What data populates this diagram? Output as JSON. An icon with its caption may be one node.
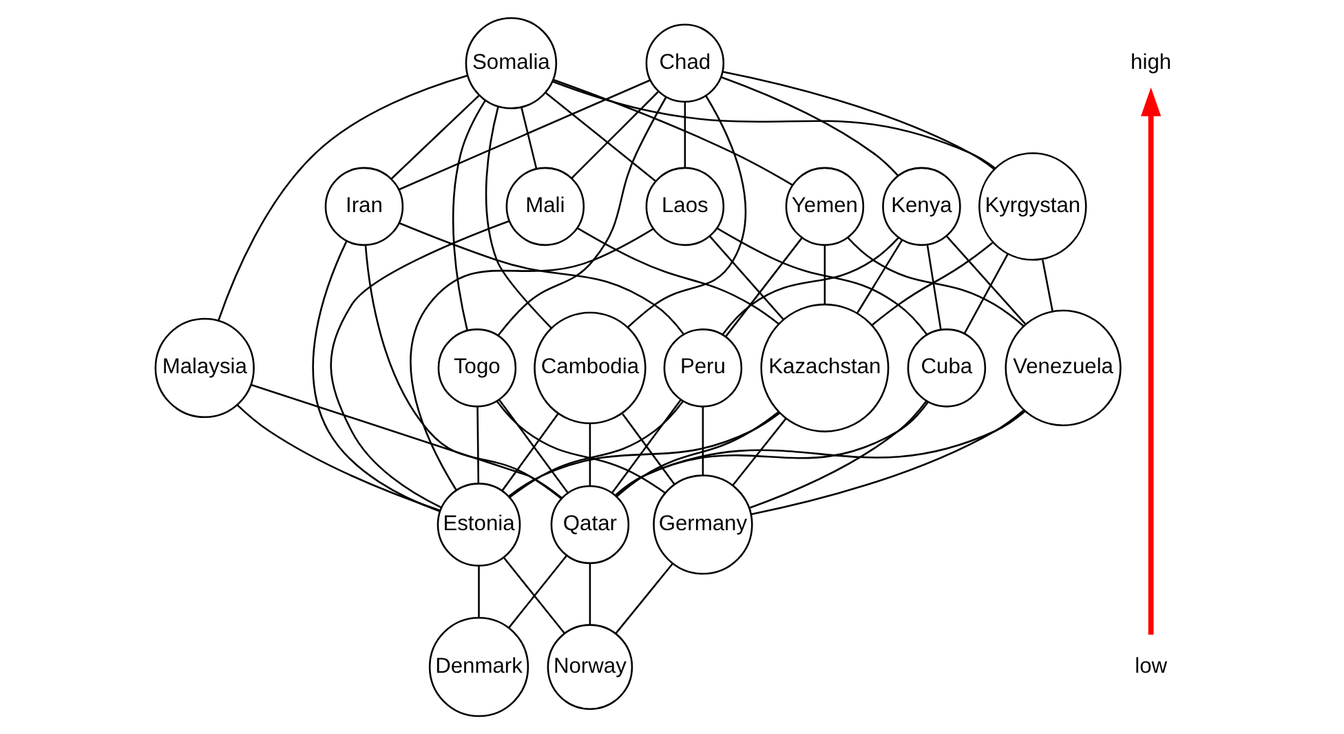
{
  "diagram": {
    "nodes": [
      {
        "text": [
          "Somalia"
        ]
      },
      {
        "text": [
          "Chad"
        ]
      },
      {
        "text": [
          "Yemen"
        ]
      },
      {
        "text": [
          "Kenya"
        ]
      },
      {
        "text": [
          "Kyrgystan"
        ]
      },
      {
        "text": [
          "Malaysia"
        ]
      },
      {
        "text": [
          "Iran"
        ]
      },
      {
        "text": [
          "Togo"
        ]
      },
      {
        "text": [
          "Cambodia"
        ]
      },
      {
        "text": [
          "Laos"
        ]
      },
      {
        "text": [
          "Mali"
        ]
      },
      {
        "text": [
          "Venezuela"
        ]
      },
      {
        "text": [
          "Cuba"
        ]
      },
      {
        "text": [
          "Peru"
        ]
      },
      {
        "text": [
          "Kazachstan"
        ]
      },
      {
        "text": [
          "Qatar"
        ]
      },
      {
        "text": [
          "Estonia"
        ]
      },
      {
        "text": [
          "Germany"
        ]
      },
      {
        "text": [
          "Denmark"
        ]
      },
      {
        "text": [
          "Norway"
        ]
      }
    ],
    "edges": [
      {
        "from": 0,
        "to": 2,
        "arrow": "none"
      },
      {
        "from": 0,
        "to": 4,
        "arrow": "none"
      },
      {
        "from": 0,
        "to": 5,
        "arrow": "none"
      },
      {
        "from": 0,
        "to": 6,
        "arrow": "none"
      },
      {
        "from": 0,
        "to": 7,
        "arrow": "none"
      },
      {
        "from": 0,
        "to": 8,
        "arrow": "none"
      },
      {
        "from": 0,
        "to": 9,
        "arrow": "none"
      },
      {
        "from": 0,
        "to": 10,
        "arrow": "none"
      },
      {
        "from": 1,
        "to": 3,
        "arrow": "none"
      },
      {
        "from": 1,
        "to": 4,
        "arrow": "none"
      },
      {
        "from": 1,
        "to": 6,
        "arrow": "none"
      },
      {
        "from": 1,
        "to": 7,
        "arrow": "none"
      },
      {
        "from": 1,
        "to": 8,
        "arrow": "none"
      },
      {
        "from": 1,
        "to": 9,
        "arrow": "none"
      },
      {
        "from": 1,
        "to": 10,
        "arrow": "none"
      },
      {
        "from": 2,
        "to": 11,
        "arrow": "none"
      },
      {
        "from": 2,
        "to": 13,
        "arrow": "none"
      },
      {
        "from": 2,
        "to": 14,
        "arrow": "none"
      },
      {
        "from": 3,
        "to": 11,
        "arrow": "none"
      },
      {
        "from": 3,
        "to": 12,
        "arrow": "none"
      },
      {
        "from": 3,
        "to": 13,
        "arrow": "none"
      },
      {
        "from": 3,
        "to": 14,
        "arrow": "none"
      },
      {
        "from": 4,
        "to": 11,
        "arrow": "none"
      },
      {
        "from": 4,
        "to": 12,
        "arrow": "none"
      },
      {
        "from": 4,
        "to": 14,
        "arrow": "none"
      },
      {
        "from": 5,
        "to": 15,
        "arrow": "none"
      },
      {
        "from": 5,
        "to": 16,
        "arrow": "none"
      },
      {
        "from": 6,
        "to": 13,
        "arrow": "none"
      },
      {
        "from": 6,
        "to": 15,
        "arrow": "none"
      },
      {
        "from": 6,
        "to": 16,
        "arrow": "none"
      },
      {
        "from": 7,
        "to": 15,
        "arrow": "none"
      },
      {
        "from": 7,
        "to": 16,
        "arrow": "none"
      },
      {
        "from": 7,
        "to": 17,
        "arrow": "none"
      },
      {
        "from": 8,
        "to": 15,
        "arrow": "none"
      },
      {
        "from": 8,
        "to": 16,
        "arrow": "none"
      },
      {
        "from": 8,
        "to": 17,
        "arrow": "none"
      },
      {
        "from": 9,
        "to": 12,
        "arrow": "none"
      },
      {
        "from": 9,
        "to": 14,
        "arrow": "none"
      },
      {
        "from": 9,
        "to": 16,
        "arrow": "none"
      },
      {
        "from": 10,
        "to": 16,
        "arrow": "none"
      },
      {
        "from": 10,
        "to": 14,
        "arrow": "none"
      },
      {
        "from": 11,
        "to": 15,
        "arrow": "none"
      },
      {
        "from": 11,
        "to": 17,
        "arrow": "none"
      },
      {
        "from": 12,
        "to": 15,
        "arrow": "none"
      },
      {
        "from": 12,
        "to": 17,
        "arrow": "none"
      },
      {
        "from": 13,
        "to": 15,
        "arrow": "none"
      },
      {
        "from": 13,
        "to": 16,
        "arrow": "none"
      },
      {
        "from": 13,
        "to": 17,
        "arrow": "none"
      },
      {
        "from": 14,
        "to": 15,
        "arrow": "none"
      },
      {
        "from": 14,
        "to": 16,
        "arrow": "none"
      },
      {
        "from": 14,
        "to": 17,
        "arrow": "none"
      },
      {
        "from": 15,
        "to": 18,
        "arrow": "none"
      },
      {
        "from": 15,
        "to": 19,
        "arrow": "none"
      },
      {
        "from": 16,
        "to": 18,
        "arrow": "none"
      },
      {
        "from": 16,
        "to": 19,
        "arrow": "none"
      },
      {
        "from": 17,
        "to": 19,
        "arrow": "none"
      }
    ],
    "labels": [
      "high",
      "low"
    ]
  }
}
